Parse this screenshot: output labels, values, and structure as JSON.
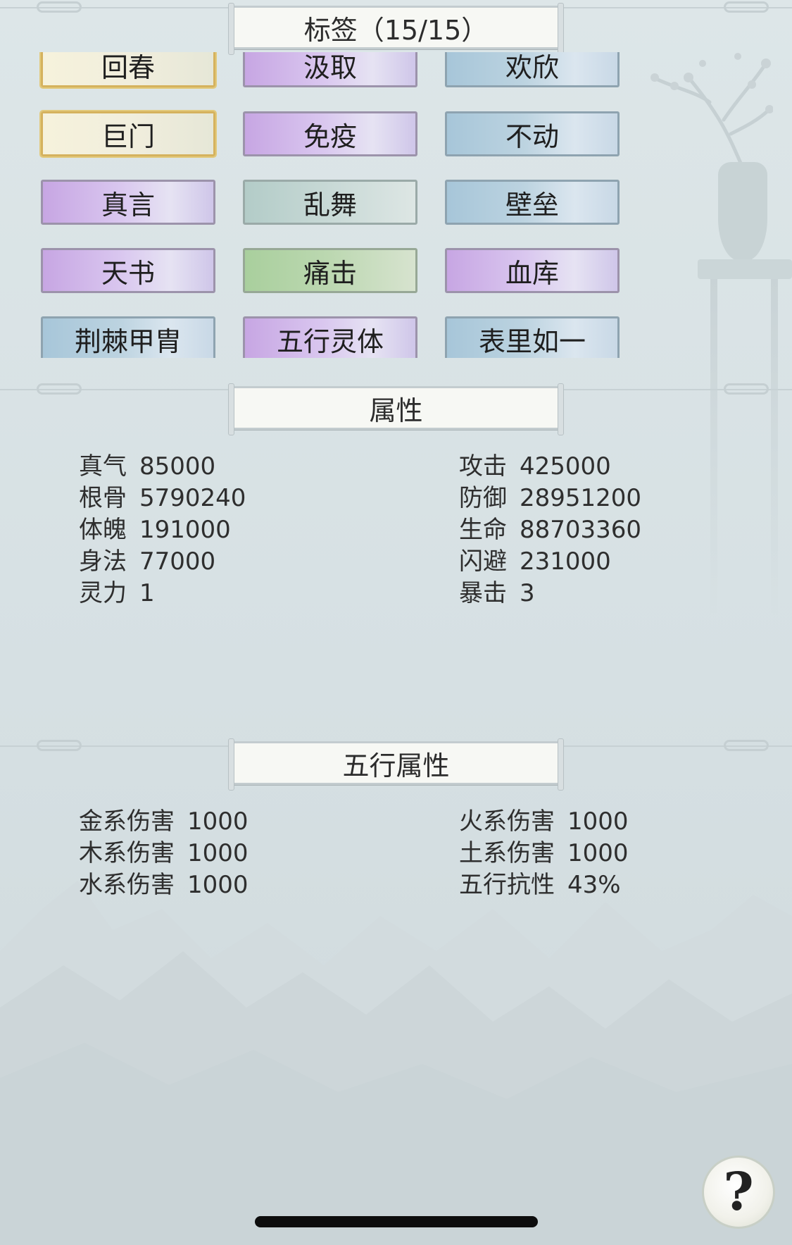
{
  "tags_section": {
    "title": "标签（15/15）",
    "tags": [
      {
        "label": "回春",
        "style": "gold"
      },
      {
        "label": "汲取",
        "style": "purple"
      },
      {
        "label": "欢欣",
        "style": "blue"
      },
      {
        "label": "巨门",
        "style": "gold"
      },
      {
        "label": "免疫",
        "style": "purple"
      },
      {
        "label": "不动",
        "style": "blue"
      },
      {
        "label": "真言",
        "style": "purple"
      },
      {
        "label": "乱舞",
        "style": "teal"
      },
      {
        "label": "壁垒",
        "style": "blue"
      },
      {
        "label": "天书",
        "style": "purple"
      },
      {
        "label": "痛击",
        "style": "green"
      },
      {
        "label": "血库",
        "style": "purple"
      },
      {
        "label": "荆棘甲胄",
        "style": "blue"
      },
      {
        "label": "五行灵体",
        "style": "purple"
      },
      {
        "label": "表里如一",
        "style": "blue"
      }
    ]
  },
  "attributes_section": {
    "title": "属性",
    "left": [
      {
        "label": "真气",
        "value": "85000"
      },
      {
        "label": "根骨",
        "value": "5790240"
      },
      {
        "label": "体魄",
        "value": "191000"
      },
      {
        "label": "身法",
        "value": "77000"
      },
      {
        "label": "灵力",
        "value": "1"
      }
    ],
    "right": [
      {
        "label": "攻击",
        "value": "425000"
      },
      {
        "label": "防御",
        "value": "28951200"
      },
      {
        "label": "生命",
        "value": "88703360"
      },
      {
        "label": "闪避",
        "value": "231000"
      },
      {
        "label": "暴击",
        "value": "3"
      }
    ]
  },
  "elements_section": {
    "title": "五行属性",
    "left": [
      {
        "label": "金系伤害",
        "value": "1000"
      },
      {
        "label": "木系伤害",
        "value": "1000"
      },
      {
        "label": "水系伤害",
        "value": "1000"
      }
    ],
    "right": [
      {
        "label": "火系伤害",
        "value": "1000"
      },
      {
        "label": "土系伤害",
        "value": "1000"
      },
      {
        "label": "五行抗性",
        "value": "43%"
      }
    ]
  },
  "help_button": {
    "label": "?",
    "icon": "question-icon"
  },
  "colors": {
    "background": "#dde6e8",
    "tag_purple": "#c7a6e3",
    "tag_blue": "#a7c6d9",
    "tag_gold": "#d5b25e",
    "tag_green": "#a9cf9d",
    "tag_teal": "#b3ccc8"
  }
}
